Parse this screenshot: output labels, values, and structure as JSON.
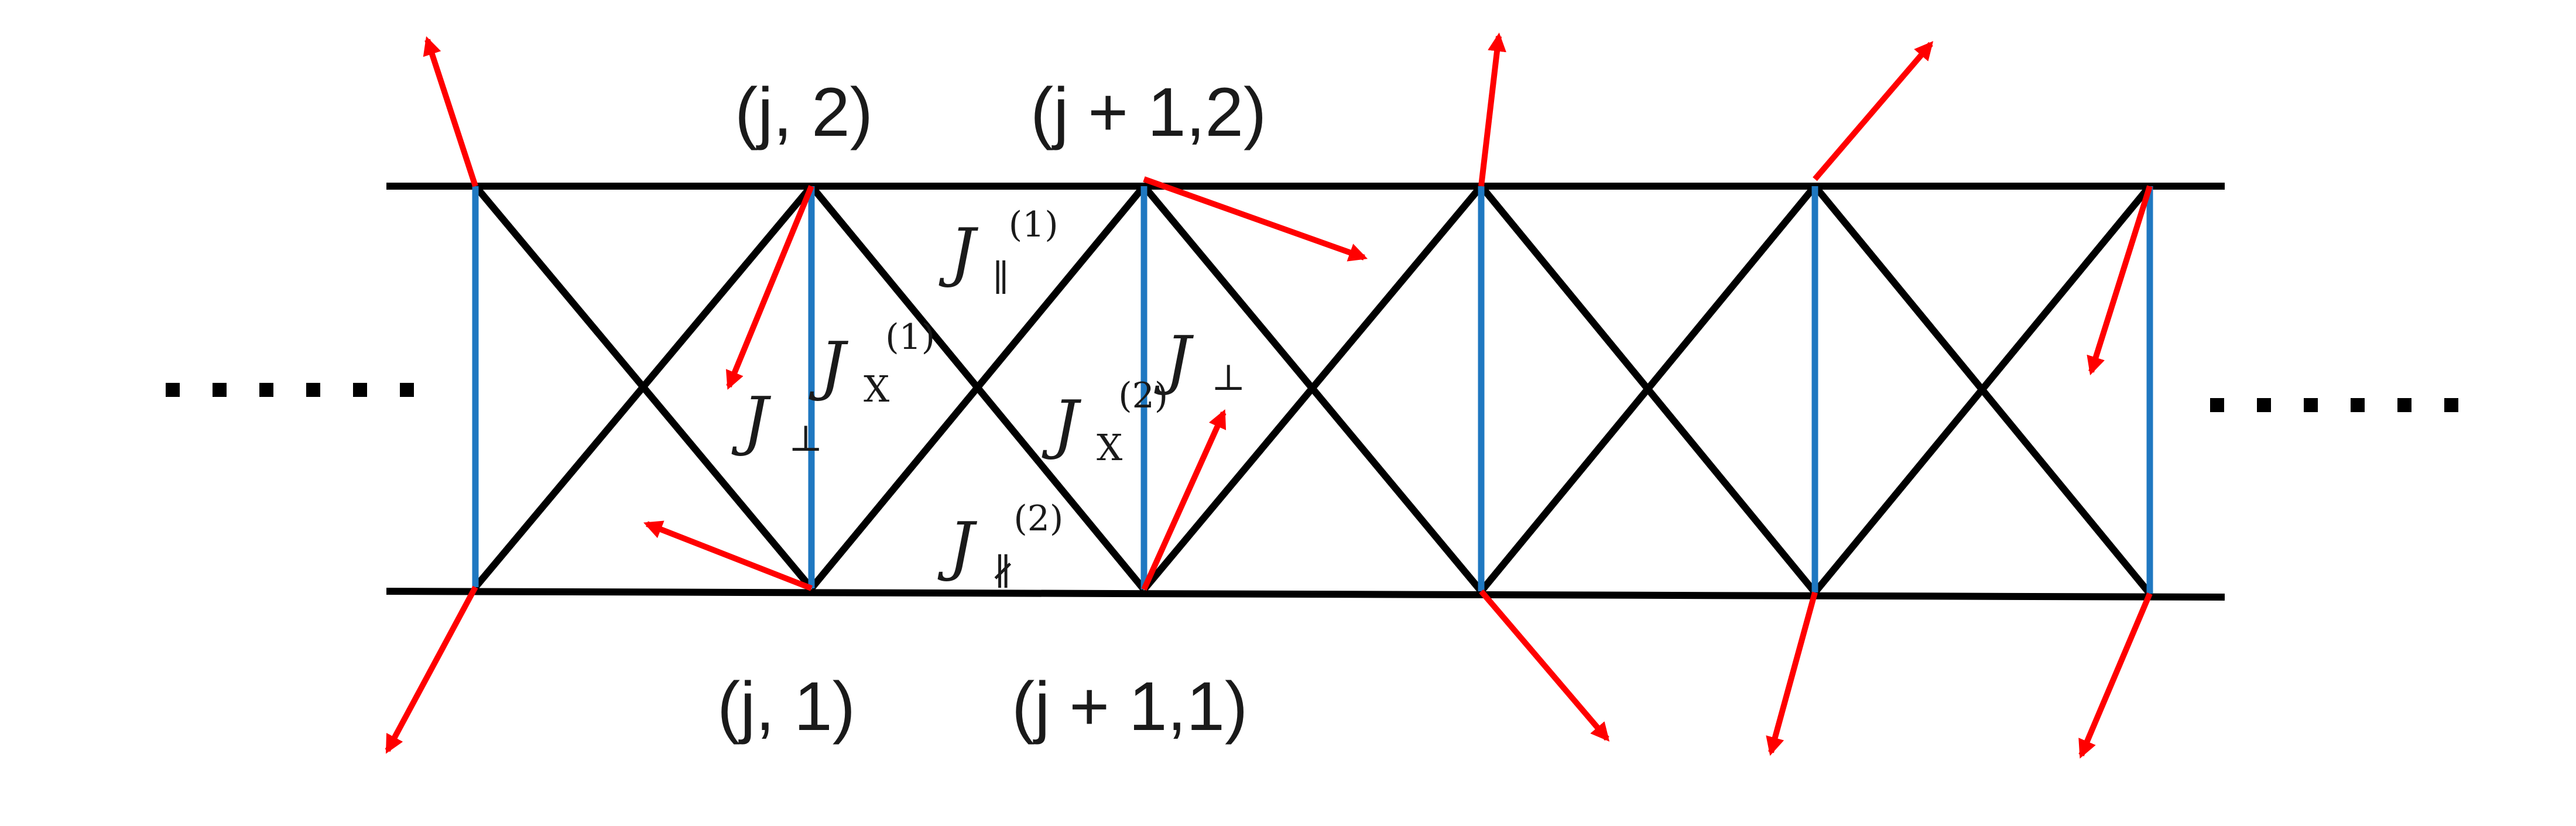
{
  "colors": {
    "legs": "#000000",
    "diagonals": "#000000",
    "rungs": "#1f78c1",
    "spins": "#ff0000"
  },
  "site_labels": {
    "top_j": "(j, 2)",
    "top_j1": "(j + 1,2)",
    "bottom_j": "(j, 1)",
    "bottom_j1": "(j + 1,1)"
  },
  "couplings": {
    "j_par_1": {
      "symbol": "J",
      "sub": "∥",
      "sup": "(1)"
    },
    "j_par_2": {
      "symbol": "J",
      "sub": "∦",
      "sup": "(2)"
    },
    "j_x_1": {
      "symbol": "J",
      "sub": "X",
      "sup": "(1)"
    },
    "j_x_2": {
      "symbol": "J",
      "sub": "X",
      "sup": "(2)"
    },
    "j_perp_left": {
      "symbol": "J",
      "sub": "⊥"
    },
    "j_perp_right": {
      "symbol": "J",
      "sub": "⊥"
    }
  },
  "ellipsis": {
    "left_count": 6,
    "right_count": 6
  }
}
